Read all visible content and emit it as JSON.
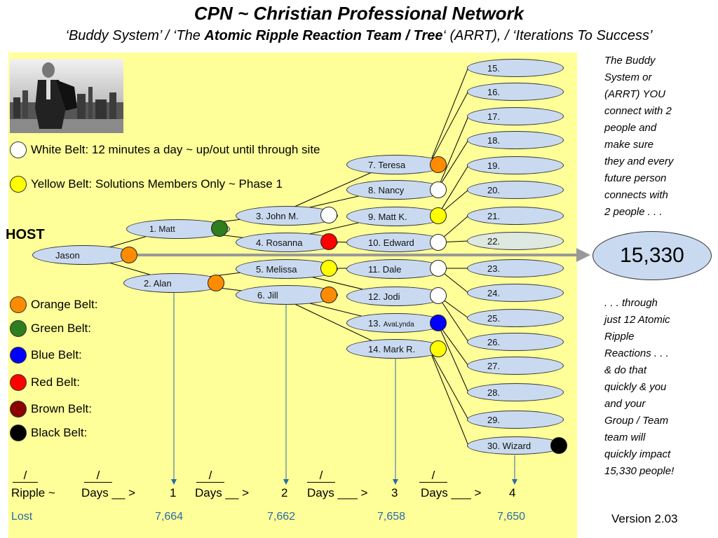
{
  "title": "CPN ~ Christian Professional Network",
  "subtitle": {
    "part1": "‘Buddy System’ / ‘The ",
    "bold": "Atomic Ripple Reaction Team / Tree",
    "part2": "‘ (ARRT), / ‘Iterations To Success’"
  },
  "host_label": "HOST",
  "legend_top": [
    {
      "color": "#ffffff",
      "label": "White Belt: 12 minutes a day ~ up/out until through site"
    },
    {
      "color": "#ffff00",
      "label": "Yellow Belt: Solutions Members Only ~ Phase 1"
    }
  ],
  "legend_bottom": [
    {
      "color": "#ff8c00",
      "label": "Orange Belt:"
    },
    {
      "color": "#2e7d1e",
      "label": "Green Belt:"
    },
    {
      "color": "#0000ff",
      "label": "Blue Belt:"
    },
    {
      "color": "#ff0000",
      "label": "Red Belt:"
    },
    {
      "color": "#8b0000",
      "label": "Brown Belt:"
    },
    {
      "color": "#000000",
      "label": "Black Belt:"
    }
  ],
  "root": {
    "label": "Jason",
    "belt": "#ff8c00"
  },
  "level1": [
    {
      "label": "1. Matt",
      "belt": "#2e7d1e"
    },
    {
      "label": "2. Alan",
      "belt": "#ff8c00"
    }
  ],
  "level2": [
    {
      "label": "3. John M.",
      "belt": "#ffffff"
    },
    {
      "label": "4. Rosanna",
      "belt": "#ff0000"
    },
    {
      "label": "5. Melissa",
      "belt": "#ffff00"
    },
    {
      "label": "6. Jill",
      "belt": "#ff8c00"
    }
  ],
  "level3": [
    {
      "label": "7. Teresa",
      "belt": "#ff8c00"
    },
    {
      "label": "8. Nancy",
      "belt": "#ffffff"
    },
    {
      "label": "9. Matt K.",
      "belt": "#ffff00"
    },
    {
      "label": "10. Edward",
      "belt": "#ffffff"
    },
    {
      "label": "11. Dale",
      "belt": "#ffffff"
    },
    {
      "label": "12. Jodi",
      "belt": "#ffffff"
    },
    {
      "label": "13.",
      "label_small": "AvaLynda",
      "belt": "#0000ff"
    },
    {
      "label": "14. Mark R.",
      "belt": "#ffff00"
    }
  ],
  "level4": [
    "15.",
    "16.",
    "17.",
    "18.",
    "19.",
    "20.",
    "21.",
    "22.",
    "23.",
    "24.",
    "25.",
    "26.",
    "27.",
    "28.",
    "29.",
    "30. Wizard"
  ],
  "level4_wizard_belt": "#000000",
  "result": "15,330",
  "side_top": [
    "The Buddy",
    "System or",
    "(ARRT) YOU",
    "connect with 2",
    "people and",
    "make sure",
    "they and every",
    "future person",
    "connects with",
    "2 people . . ."
  ],
  "side_bottom": [
    ". . . through",
    "just 12 Atomic",
    "Ripple",
    "Reactions . . .",
    "& do that",
    "quickly & you",
    "and your",
    "Group / Team",
    "team will",
    "quickly impact",
    "15,330 people!"
  ],
  "bottom_row": {
    "slash": "/",
    "ripple": "Ripple ~",
    "days1": "Days __ >",
    "n1": "1",
    "days2": "Days __ >",
    "n2": "2",
    "days3": "Days ___ >",
    "n3": "3",
    "days4": "Days ___ >",
    "n4": "4"
  },
  "lost_row": {
    "lost": "Lost",
    "v1": "7,664",
    "v2": "7,662",
    "v3": "7,658",
    "v4": "7,650"
  },
  "version": "Version 2.03"
}
